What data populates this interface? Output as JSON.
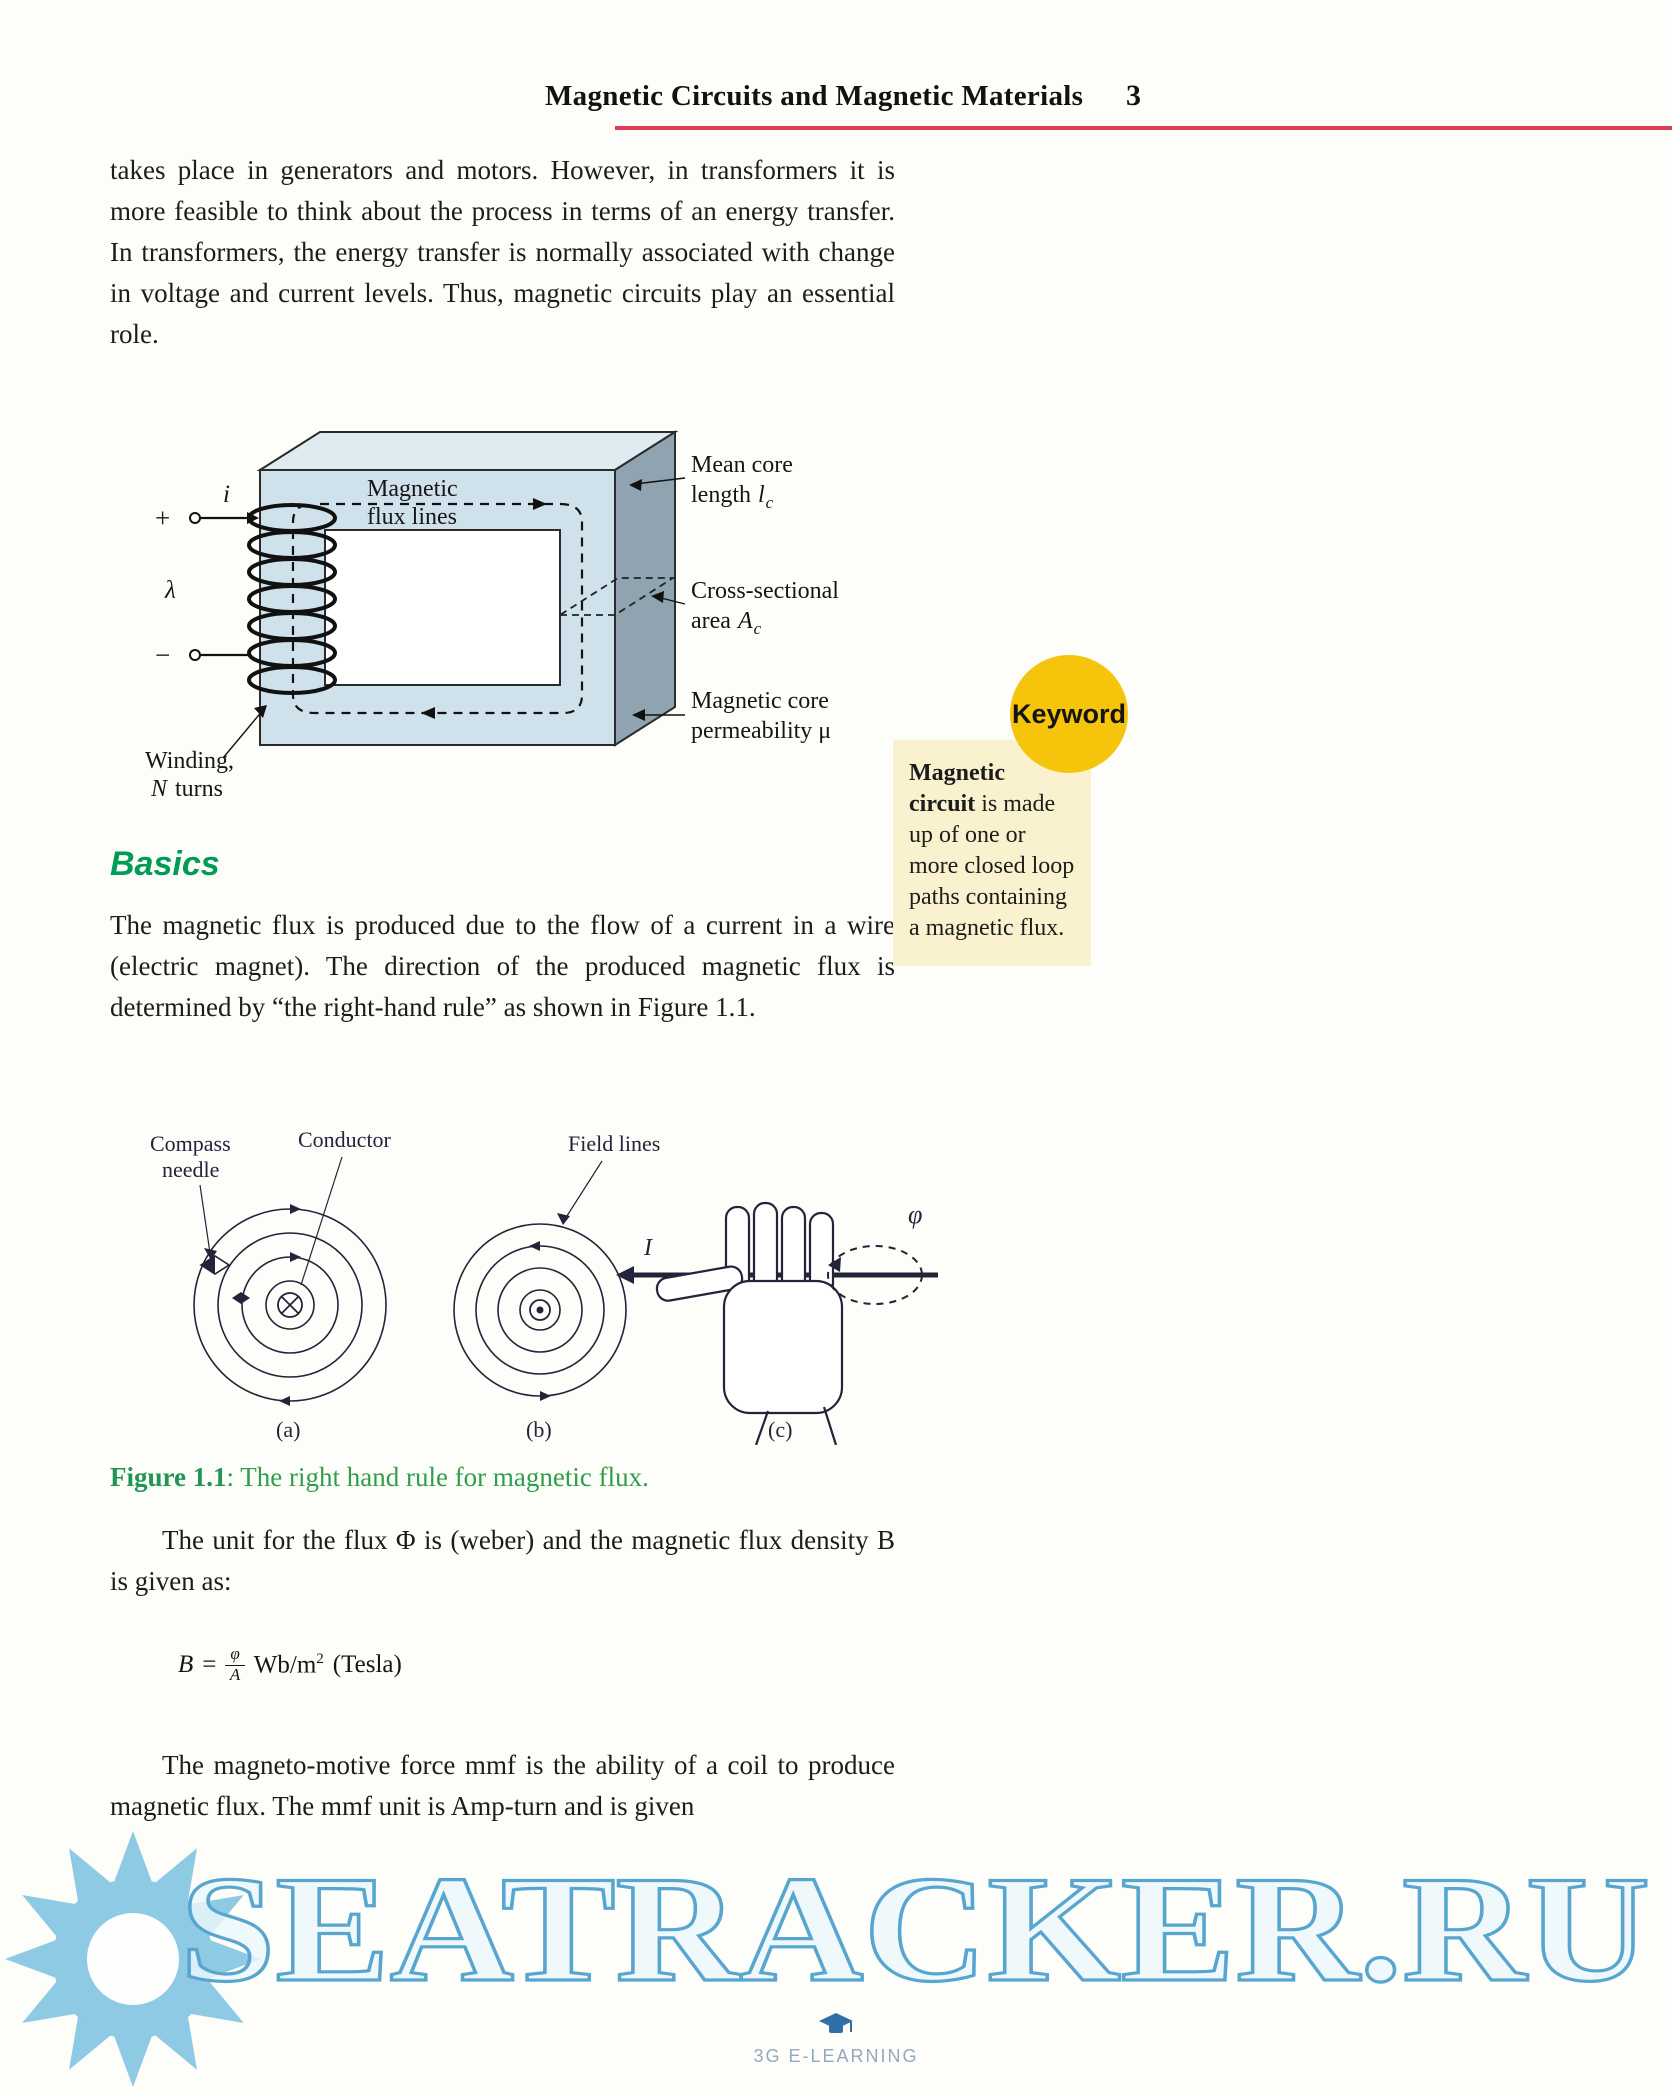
{
  "colors": {
    "rule_red": "#e23a52",
    "heading_green": "#009b55",
    "caption_green": "#2f9e4a",
    "keyword_yellow": "#f6c50b",
    "keyword_bg": "#faf2cf",
    "watermark_blue": "#58a6cf"
  },
  "header": {
    "title": "Magnetic Circuits and Magnetic Materials",
    "page_number": "3"
  },
  "paragraphs": {
    "p1": "takes place in generators and motors. However, in transformers it is more feasible to think about the process in terms of an energy transfer. In transformers, the energy transfer is normally associated with change in voltage and current levels. Thus, magnetic circuits play an essential role.",
    "p2": "The magnetic flux is produced due to the flow of a current in a wire (electric magnet). The direction of the produced magnetic flux is determined by “the right-hand rule” as shown in Figure 1.1.",
    "p3": "The unit for the flux Φ is (weber) and the magnetic flux density B is given as:",
    "p4": "The magneto-motive force mmf is the ability of a coil to produce magnetic flux. The mmf unit is Amp-turn and is given"
  },
  "basics_heading": "Basics",
  "keyword": {
    "badge": "Keyword",
    "term": "Magnetic circuit",
    "definition": "is made up of one or more closed loop paths containing a magnetic flux."
  },
  "core": {
    "flux1": "Magnetic",
    "flux2": "flux lines",
    "mean1": "Mean core",
    "mean2": "length",
    "mean_var": "l",
    "mean_sub": "c",
    "cross1": "Cross-sectional",
    "cross2": "area",
    "cross_var": "A",
    "cross_sub": "c",
    "perm1": "Magnetic core",
    "perm2": "permeability μ",
    "winding1": "Winding,",
    "winding_var": "N",
    "winding2": "turns",
    "current": "i",
    "lambda": "λ",
    "plus": "+",
    "minus": "−"
  },
  "figure11": {
    "compass1": "Compass",
    "compass2": "needle",
    "conductor": "Conductor",
    "field_lines": "Field lines",
    "current": "I",
    "phi": "φ",
    "label_a": "(a)",
    "label_b": "(b)",
    "label_c": "(c)",
    "caption_label": "Figure 1.1",
    "caption_text": ": The right hand rule for magnetic flux."
  },
  "formula": {
    "lhs": "B",
    "equals": "=",
    "numerator": "φ",
    "denominator": "A",
    "unit": "Wb/m",
    "exponent": "2",
    "tail": "(Tesla)"
  },
  "watermark": {
    "text": "SEATRACKER.RU",
    "brand": "3G E-LEARNING"
  }
}
